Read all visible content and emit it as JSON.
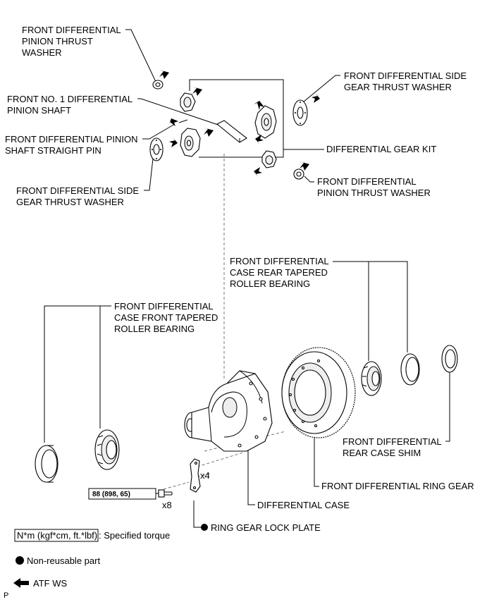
{
  "labels": {
    "pinion_thrust_washer_top": [
      "FRONT DIFFERENTIAL",
      "PINION THRUST",
      "WASHER"
    ],
    "pinion_shaft": [
      "FRONT NO. 1 DIFFERENTIAL",
      "PINION SHAFT"
    ],
    "straight_pin": [
      "FRONT DIFFERENTIAL PINION",
      "SHAFT STRAIGHT PIN"
    ],
    "side_gear_washer_left": [
      "FRONT DIFFERENTIAL SIDE",
      "GEAR THRUST WASHER"
    ],
    "side_gear_washer_right": [
      "FRONT DIFFERENTIAL SIDE",
      "GEAR THRUST WASHER"
    ],
    "gear_kit": [
      "DIFFERENTIAL GEAR KIT"
    ],
    "pinion_thrust_washer_right": [
      "FRONT DIFFERENTIAL",
      "PINION THRUST WASHER"
    ],
    "rear_bearing": [
      "FRONT DIFFERENTIAL",
      "CASE REAR TAPERED",
      "ROLLER BEARING"
    ],
    "front_bearing": [
      "FRONT DIFFERENTIAL",
      "CASE FRONT TAPERED",
      "ROLLER BEARING"
    ],
    "rear_case_shim": [
      "FRONT DIFFERENTIAL",
      "REAR CASE SHIM"
    ],
    "ring_gear": [
      "FRONT DIFFERENTIAL RING GEAR"
    ],
    "diff_case": [
      "DIFFERENTIAL CASE"
    ],
    "lock_plate": [
      "RING GEAR LOCK PLATE"
    ]
  },
  "torque_value": "88 (898, 65)",
  "bolt_qty": "x8",
  "plate_qty": "x4",
  "legend": {
    "torque_unit": "N*m (kgf*cm, ft.*lbf)",
    "torque_text": ": Specified torque",
    "non_reusable": "Non-reusable part",
    "atf": "ATF WS"
  },
  "corner_mark": "P"
}
